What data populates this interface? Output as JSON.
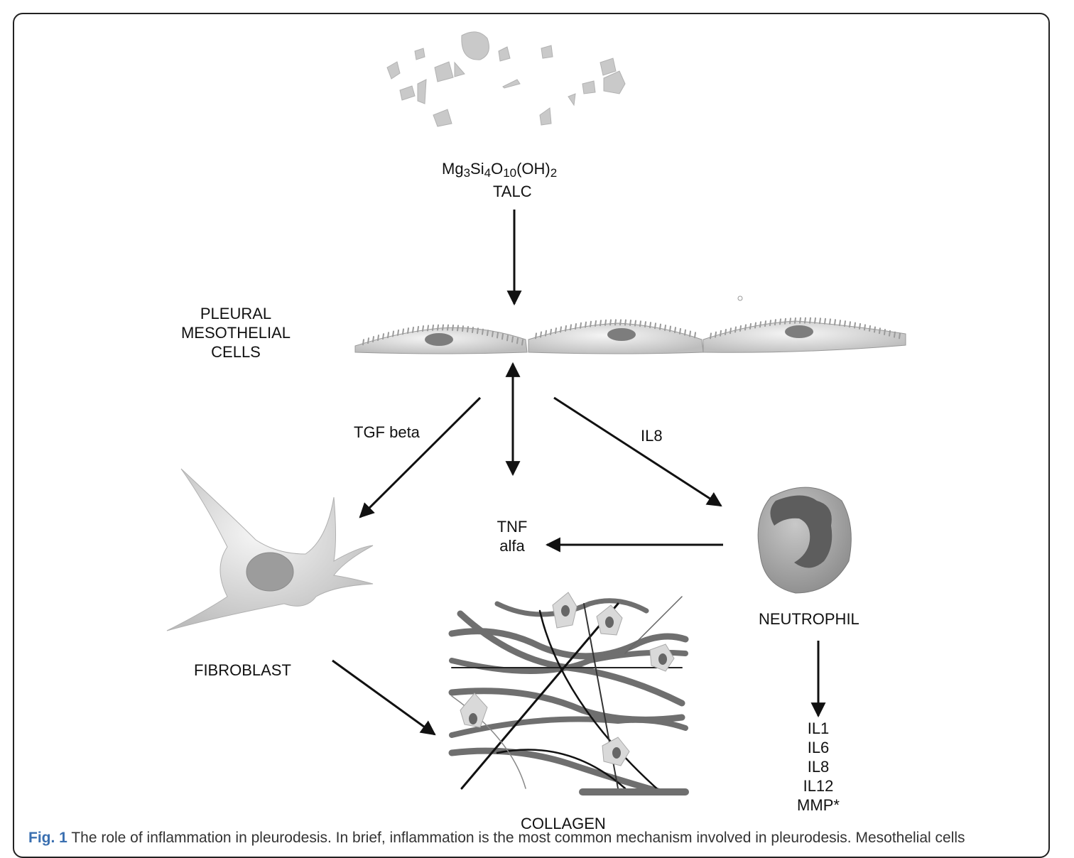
{
  "formula": {
    "parts": [
      "Mg",
      "3",
      "Si",
      "4",
      "O",
      "10",
      "(OH)",
      "2"
    ]
  },
  "labels": {
    "talc": "TALC",
    "pleural_line1": "PLEURAL",
    "pleural_line2": "MESOTHELIAL",
    "pleural_line3": "CELLS",
    "tgf": "TGF beta",
    "il8_arrow": "IL8",
    "tnf_line1": "TNF",
    "tnf_line2": "alfa",
    "fibroblast": "FIBROBLAST",
    "neutrophil": "NEUTROPHIL",
    "collagen": "COLLAGEN",
    "cytokines": [
      "IL1",
      "IL6",
      "IL8",
      "IL12",
      "MMP*"
    ]
  },
  "caption": {
    "fig_label": "Fig. 1",
    "text": "The role of inflammation in pleurodesis. In brief, inflammation is the most common mechanism involved in pleurodesis. Mesothelial cells"
  }
}
